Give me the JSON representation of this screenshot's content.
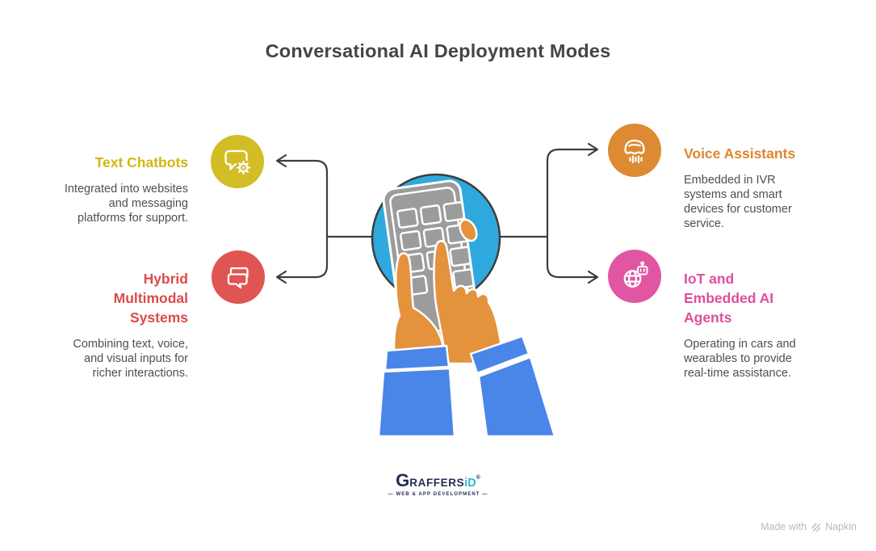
{
  "title": "Conversational AI Deployment Modes",
  "connector_color": "#3d3d3d",
  "items": [
    {
      "heading": "Text Chatbots",
      "heading_color": "#d2b711",
      "circle_color": "#d2bd25",
      "icon": "chat-bubble-gear-icon",
      "desc": "Integrated into websites\nand messaging\nplatforms for support."
    },
    {
      "heading": "Hybrid\nMultimodal\nSystems",
      "heading_color": "#da4b49",
      "circle_color": "#e05551",
      "icon": "overlapping-chat-bubbles-icon",
      "desc": "Combining text, voice,\nand visual inputs for\nricher interactions."
    },
    {
      "heading": "Voice Assistants",
      "heading_color": "#dd8630",
      "circle_color": "#dd8a33",
      "icon": "voice-soundwave-icon",
      "desc": "Embedded in IVR\nsystems and smart\ndevices for customer\nservice."
    },
    {
      "heading": "IoT and\nEmbedded AI\nAgents",
      "heading_color": "#df4f9d",
      "circle_color": "#e156a3",
      "icon": "globe-robot-icon",
      "desc": "Operating in cars and\nwearables to provide\nreal-time assistance."
    }
  ],
  "center": {
    "icon": "hands-typing-on-phone-illustration",
    "colors": {
      "circle": "#2fa9dd",
      "device": "#9c9c9c",
      "hands": "#e5923c",
      "sleeves": "#4a86e8",
      "outline": "#3d3d3d"
    }
  },
  "footer": {
    "logo": {
      "g": "G",
      "mid": "RAFFERS",
      "end": "iD",
      "reg": "®",
      "tagline": "— WEB & APP DEVELOPMENT —",
      "navy": "#1f2d52",
      "teal": "#2fb5c8"
    },
    "credit": {
      "prefix": "Made with",
      "brand": "Napkin"
    }
  }
}
